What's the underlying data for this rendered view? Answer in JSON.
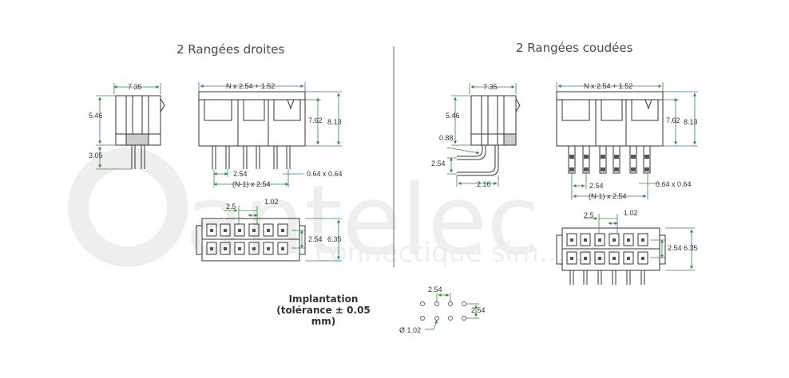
{
  "watermark": {
    "brand": "antelec",
    "tagline": "connectique sim... et"
  },
  "left": {
    "title": "2 Rangées droites",
    "dims": {
      "side_width": "7.35",
      "side_height": "5.46",
      "pin_length": "3.05",
      "front_width": "N x 2.54 + 1.52",
      "height_a": "7.62",
      "height_b": "8.13",
      "pitch": "2.54",
      "pin_size": "0.64 x 0.64",
      "span": "(N-1) x 2.54",
      "top_pitch": "2.5",
      "top_gap": "1.02",
      "row_pitch": "2.54",
      "top_depth": "6.35"
    }
  },
  "right": {
    "title": "2 Rangées coudées",
    "dims": {
      "side_width": "7.35",
      "side_height": "5.46",
      "bend_offset": "0.88",
      "bend_pitch": "2.54",
      "bend_length": "2.16",
      "front_width": "N x 2.54 + 1.52",
      "height_a": "7.62",
      "height_b": "8.13",
      "pitch": "2.54",
      "pin_size": "0.64 x 0.64",
      "span": "(N-1) x 2.54",
      "top_pitch": "2.5",
      "top_gap": "1.02",
      "row_pitch": "2.54",
      "top_depth": "6.35"
    }
  },
  "implantation": {
    "title": "Implantation",
    "tolerance": "(tolérance ± 0.05 mm)",
    "pitch_x": "2.54",
    "pitch_y": "2.54",
    "hole": "Ø 1.02"
  }
}
